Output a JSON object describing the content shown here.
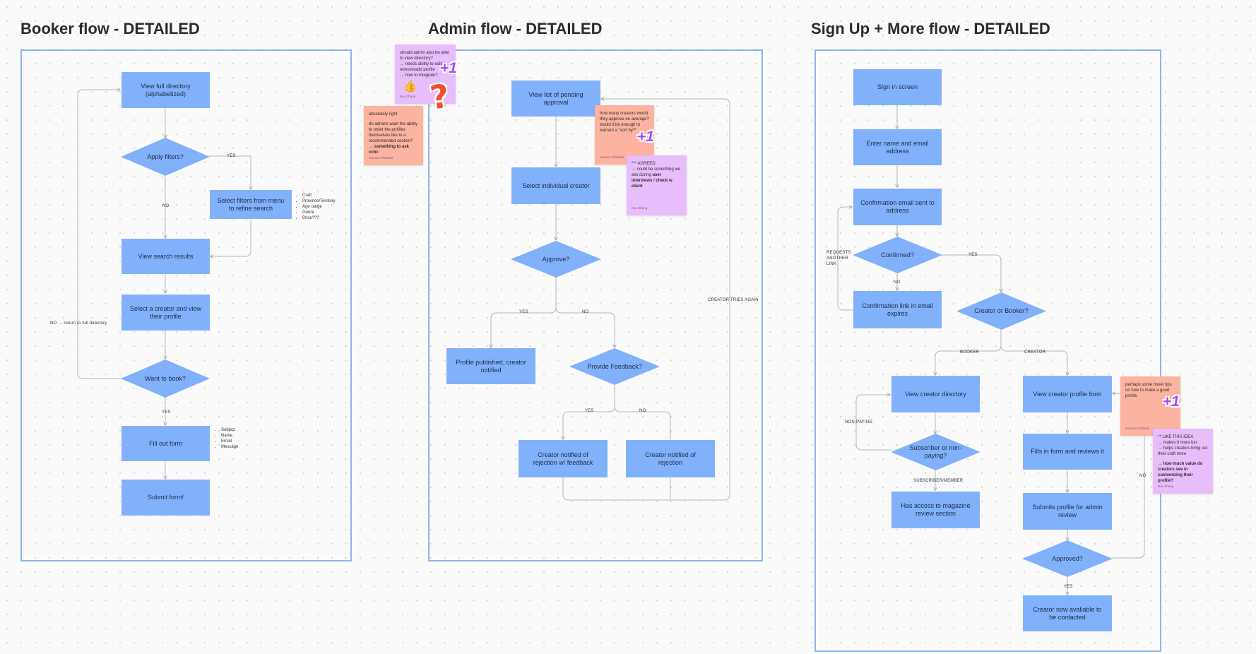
{
  "titles": {
    "booker": "Booker flow - DETAILED",
    "admin": "Admin flow - DETAILED",
    "signup": "Sign Up + More flow - DETAILED"
  },
  "booker": {
    "view_directory": "View full directory (alphabetized)",
    "apply_filters": "Apply filters?",
    "select_filters": "Select filters from menu to refine search",
    "view_results": "View search results",
    "select_creator": "Select a creator and view their profile",
    "want_to_book": "Want to book?",
    "fill_form": "Fill out form",
    "submit_form": "Submit form!",
    "label_yes_filters": "YES",
    "label_no_filters": "NO",
    "label_no_return": "NO → return to full directory",
    "label_yes_book": "YES",
    "filter_list": [
      "Craft",
      "Province/Territory",
      "Age range",
      "Genre",
      "Price???"
    ],
    "form_fields": [
      "Subject",
      "Name",
      "Email",
      "Message"
    ]
  },
  "admin": {
    "view_pending": "View list of pending approval",
    "select_creator": "Select individual creator",
    "approve": "Approve?",
    "published": "Profile published, creator notified",
    "provide_feedback": "Provide Feedback?",
    "rejection_feedback": "Creator notified of rejection w/ feedback",
    "rejection": "Creator notified of rejection",
    "label_yes": "YES",
    "label_no": "NO",
    "label_fb_yes": "YES",
    "label_fb_no": "NO",
    "label_tries_again": "CREATOR TRIES AGAIN"
  },
  "signup": {
    "sign_in": "Sign in screen",
    "enter_name": "Enter name and email address",
    "confirmation_sent": "Confirmation email sent to address",
    "confirmed": "Confirmed?",
    "link_expires": "Confirmation link in email expires",
    "creator_or_booker": "Creator or Booker?",
    "view_directory": "View creator directory",
    "subscriber": "Subscriber or non-paying?",
    "magazine": "Has access to magazine review section",
    "view_profile_form": "View creator profile form",
    "fills_form": "Fills in form and reviews it",
    "submits_profile": "Submits profile for admin review",
    "approved": "Approved?",
    "now_available": "Creator now avaliable to be contacted",
    "label_requests": "REQUESTS ANOTHER LINK",
    "label_yes": "YES",
    "label_no": "NO",
    "label_booker": "BOOKER",
    "label_creator": "CREATOR",
    "label_nonpaying": "NON-PAYING",
    "label_subscriber": "SUBSCRIBER/MEMBER",
    "label_approved_no": "NO",
    "label_approved_yes": "YES"
  },
  "stickies": {
    "admin_q": {
      "lines": [
        "should admin also be able to view directory?",
        "→ needs ability to edit/ remove/add profile",
        "→ how to integrate?"
      ],
      "author": "Nao Zhang"
    },
    "admin_reply": {
      "line1": "absolutely right",
      "line2": "do admins want the ability to order the profiles themselves like in a recommended section?",
      "line3": "→ something to ask ccbc",
      "author": "Harnam Dhaliwal"
    },
    "creators_count": {
      "text": "how many creators would they approve on average? would it be enough to warrant a \"sort by?\"",
      "author": "Harnam Dhaliwal"
    },
    "agreed": {
      "line1": "*** AGREED",
      "line2a": "→ could be something we ask during ",
      "line2b": "user interviews / check w client",
      "author": "Nao Zhang"
    },
    "hover_tips": {
      "text": "perhaps some hover tips on how to make a good profile",
      "author": "Harnam Dhaliwal"
    },
    "like_idea": {
      "line1": "** LIKE THIS IDEA",
      "line2": "→ makes it more fun",
      "line3": "→ helps creators bring out their craft more",
      "line4": "→ how much value do creators see in customizing their profile?",
      "author": "Nao Zhang"
    },
    "plus_one": "+1",
    "question_mark": "?"
  },
  "colors": {
    "node": "#82b1fb",
    "frame": "#8fb3ee",
    "sticky_purple": "#e8bdfb",
    "sticky_salmon": "#fcb3a0",
    "plus_one": "#9b4dff",
    "question": "#f0502e"
  }
}
